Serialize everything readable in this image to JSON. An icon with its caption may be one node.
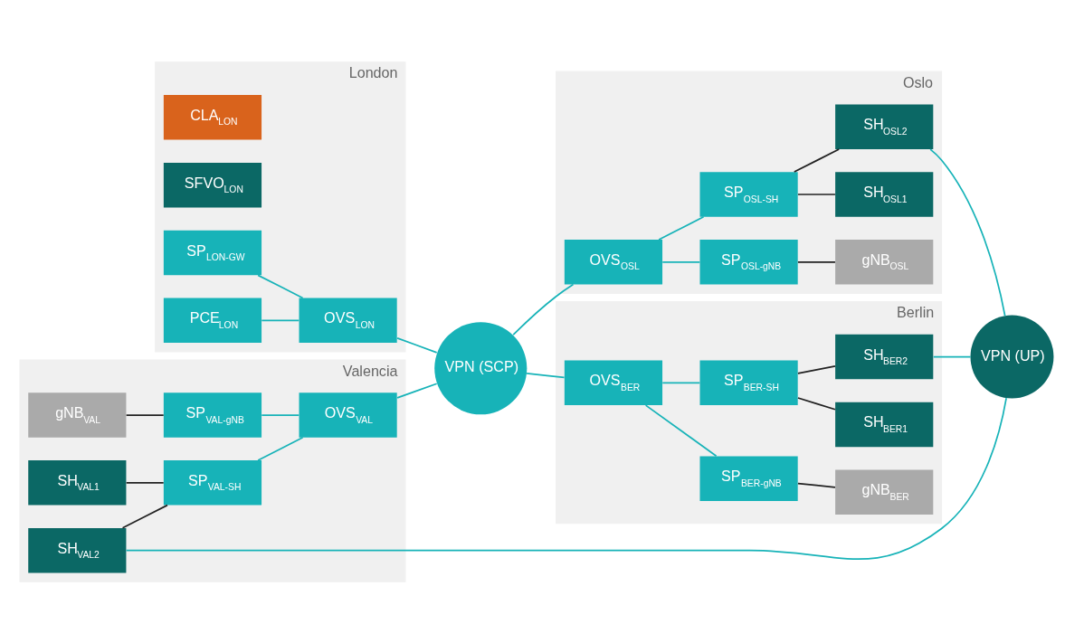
{
  "diagram": {
    "nodes": [
      {
        "text": [
          "London"
        ]
      },
      {
        "text": [
          "CLA$_{LON}$"
        ],
        "in": 0
      },
      {
        "text": [
          "SFVO$_{LON}$"
        ],
        "in": 0
      },
      {
        "text": [
          "SP$_{LON-GW}$"
        ],
        "in": 0
      },
      {
        "text": [
          "OVS$_{LON}$"
        ],
        "in": 0
      },
      {
        "text": [
          "PCE$_{LON}$"
        ],
        "in": 0
      },
      {
        "text": [
          "Oslo"
        ]
      },
      {
        "text": [
          "OVS$_{OSL}$"
        ],
        "in": 6
      },
      {
        "text": [
          "SP$_{OSL-gNB}$"
        ],
        "in": 6
      },
      {
        "text": [
          "gNB$_{OSL}$"
        ],
        "in": 6
      },
      {
        "text": [
          "SP$_{OSL-SH}$"
        ],
        "in": 6
      },
      {
        "text": [
          "SH$_{OSL1}$"
        ],
        "in": 6
      },
      {
        "text": [
          "SH$_{OSL2}$"
        ],
        "in": 6
      },
      {
        "text": [
          "VPN (SCP)"
        ]
      },
      {
        "text": [
          "Valencia"
        ]
      },
      {
        "text": [
          "gNB$_{VAL}$"
        ],
        "in": 14
      },
      {
        "text": [
          "SP$_{VAL-gNB}$"
        ],
        "in": 14
      },
      {
        "text": [
          "SH$_{VAL1}$"
        ],
        "in": 14
      },
      {
        "text": [
          "OVS$_{VAL}$"
        ],
        "in": 14
      },
      {
        "text": [
          "SH$_{VAL2}$"
        ],
        "in": 14
      },
      {
        "text": [
          "SP$_{VAL-SH}$"
        ],
        "in": 14
      },
      {
        "text": [
          "Berlin"
        ]
      },
      {
        "text": [
          "SP$_{BER-gNB}$"
        ],
        "in": 21
      },
      {
        "text": [
          "gNB$_{BER}$"
        ],
        "in": 21
      },
      {
        "text": [
          "OVS$_{BER}$"
        ],
        "in": 21
      },
      {
        "text": [
          "SH$_{BER1}$"
        ],
        "in": 21
      },
      {
        "text": [
          "SP$_{BER-SH}$"
        ],
        "in": 21
      },
      {
        "text": [
          "SH$_{BER2}$"
        ],
        "in": 21
      },
      {
        "text": [
          "VPN (UP)"
        ]
      }
    ],
    "edges": [
      {
        "from": 3,
        "to": 4,
        "arrow": "none"
      },
      {
        "from": 5,
        "to": 4,
        "arrow": "none"
      },
      {
        "from": 4,
        "to": 13,
        "arrow": "none"
      },
      {
        "from": 13,
        "to": 7,
        "arrow": "none"
      },
      {
        "from": 7,
        "to": 8,
        "arrow": "none"
      },
      {
        "from": 7,
        "to": 10,
        "arrow": "none"
      },
      {
        "from": 8,
        "to": 9,
        "arrow": "none",
        "color": "#222222"
      },
      {
        "from": 10,
        "to": 11,
        "arrow": "none",
        "color": "#222222"
      },
      {
        "from": 10,
        "to": 12,
        "arrow": "none",
        "color": "#222222"
      },
      {
        "from": 12,
        "to": 28,
        "arrow": "none"
      },
      {
        "from": 15,
        "to": 16,
        "arrow": "none",
        "color": "#222222"
      },
      {
        "from": 16,
        "to": 18,
        "arrow": "none"
      },
      {
        "from": 17,
        "to": 20,
        "arrow": "none",
        "color": "#222222"
      },
      {
        "from": 19,
        "to": 20,
        "arrow": "none",
        "color": "#222222"
      },
      {
        "from": 20,
        "to": 18,
        "arrow": "none"
      },
      {
        "from": 18,
        "to": 13,
        "arrow": "none"
      },
      {
        "from": 13,
        "to": 24,
        "arrow": "none"
      },
      {
        "from": 24,
        "to": 22,
        "arrow": "none"
      },
      {
        "from": 24,
        "to": 26,
        "arrow": "none"
      },
      {
        "from": 22,
        "to": 23,
        "arrow": "none",
        "color": "#222222"
      },
      {
        "from": 26,
        "to": 25,
        "arrow": "none",
        "color": "#222222"
      },
      {
        "from": 26,
        "to": 27,
        "arrow": "none",
        "color": "#222222"
      },
      {
        "from": 27,
        "to": 28,
        "arrow": "none"
      },
      {
        "from": 19,
        "to": 28,
        "arrow": "none"
      }
    ]
  }
}
